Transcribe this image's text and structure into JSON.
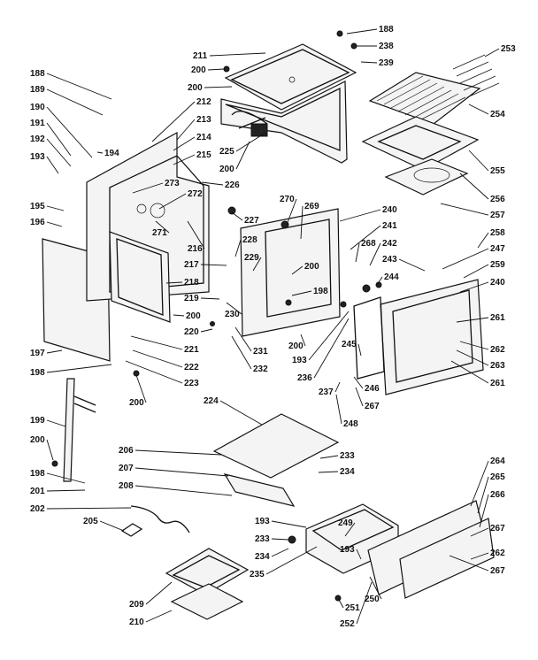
{
  "labels": [
    {
      "id": "l188a",
      "text": "188"
    },
    {
      "id": "l238",
      "text": "238"
    },
    {
      "id": "l239",
      "text": "239"
    },
    {
      "id": "l188b",
      "text": "188"
    },
    {
      "id": "l211",
      "text": "211"
    },
    {
      "id": "l200a",
      "text": "200"
    },
    {
      "id": "l200b",
      "text": "200"
    },
    {
      "id": "l253",
      "text": "253"
    },
    {
      "id": "l189",
      "text": "189"
    },
    {
      "id": "l190",
      "text": "190"
    },
    {
      "id": "l191",
      "text": "191"
    },
    {
      "id": "l192",
      "text": "192"
    },
    {
      "id": "l193a",
      "text": "193"
    },
    {
      "id": "l194",
      "text": "194"
    },
    {
      "id": "l212",
      "text": "212"
    },
    {
      "id": "l213",
      "text": "213"
    },
    {
      "id": "l214",
      "text": "214"
    },
    {
      "id": "l215",
      "text": "215"
    },
    {
      "id": "l225",
      "text": "225"
    },
    {
      "id": "l200c",
      "text": "200"
    },
    {
      "id": "l254",
      "text": "254"
    },
    {
      "id": "l255",
      "text": "255"
    },
    {
      "id": "l256",
      "text": "256"
    },
    {
      "id": "l257",
      "text": "257"
    },
    {
      "id": "l273",
      "text": "273"
    },
    {
      "id": "l272",
      "text": "272"
    },
    {
      "id": "l226",
      "text": "226"
    },
    {
      "id": "l195",
      "text": "195"
    },
    {
      "id": "l196",
      "text": "196"
    },
    {
      "id": "l271",
      "text": "271"
    },
    {
      "id": "l216",
      "text": "216"
    },
    {
      "id": "l227",
      "text": "227"
    },
    {
      "id": "l270",
      "text": "270"
    },
    {
      "id": "l269",
      "text": "269"
    },
    {
      "id": "l240a",
      "text": "240"
    },
    {
      "id": "l241",
      "text": "241"
    },
    {
      "id": "l258",
      "text": "258"
    },
    {
      "id": "l268",
      "text": "268"
    },
    {
      "id": "l242",
      "text": "242"
    },
    {
      "id": "l243",
      "text": "243"
    },
    {
      "id": "l247",
      "text": "247"
    },
    {
      "id": "l228",
      "text": "228"
    },
    {
      "id": "l229",
      "text": "229"
    },
    {
      "id": "l217",
      "text": "217"
    },
    {
      "id": "l218",
      "text": "218"
    },
    {
      "id": "l200d",
      "text": "200"
    },
    {
      "id": "l244",
      "text": "244"
    },
    {
      "id": "l259",
      "text": "259"
    },
    {
      "id": "l240b",
      "text": "240"
    },
    {
      "id": "l219",
      "text": "219"
    },
    {
      "id": "l198a",
      "text": "198"
    },
    {
      "id": "l230",
      "text": "230"
    },
    {
      "id": "l200e",
      "text": "200"
    },
    {
      "id": "l220",
      "text": "220"
    },
    {
      "id": "l261a",
      "text": "261"
    },
    {
      "id": "l197",
      "text": "197"
    },
    {
      "id": "l221",
      "text": "221"
    },
    {
      "id": "l200f",
      "text": "200"
    },
    {
      "id": "l231",
      "text": "231"
    },
    {
      "id": "l193b",
      "text": "193"
    },
    {
      "id": "l245",
      "text": "245"
    },
    {
      "id": "l262a",
      "text": "262"
    },
    {
      "id": "l198b",
      "text": "198"
    },
    {
      "id": "l222",
      "text": "222"
    },
    {
      "id": "l232",
      "text": "232"
    },
    {
      "id": "l263",
      "text": "263"
    },
    {
      "id": "l223",
      "text": "223"
    },
    {
      "id": "l236",
      "text": "236"
    },
    {
      "id": "l261b",
      "text": "261"
    },
    {
      "id": "l237",
      "text": "237"
    },
    {
      "id": "l246",
      "text": "246"
    },
    {
      "id": "l200g",
      "text": "200"
    },
    {
      "id": "l267a",
      "text": "267"
    },
    {
      "id": "l248",
      "text": "248"
    },
    {
      "id": "l224",
      "text": "224"
    },
    {
      "id": "l199",
      "text": "199"
    },
    {
      "id": "l200h",
      "text": "200"
    },
    {
      "id": "l206",
      "text": "206"
    },
    {
      "id": "l233",
      "text": "233"
    },
    {
      "id": "l264",
      "text": "264"
    },
    {
      "id": "l207",
      "text": "207"
    },
    {
      "id": "l234a",
      "text": "234"
    },
    {
      "id": "l198c",
      "text": "198"
    },
    {
      "id": "l265",
      "text": "265"
    },
    {
      "id": "l201",
      "text": "201"
    },
    {
      "id": "l208",
      "text": "208"
    },
    {
      "id": "l266",
      "text": "266"
    },
    {
      "id": "l202",
      "text": "202"
    },
    {
      "id": "l205",
      "text": "205"
    },
    {
      "id": "l193c",
      "text": "193"
    },
    {
      "id": "l249",
      "text": "249"
    },
    {
      "id": "l267b",
      "text": "267"
    },
    {
      "id": "l233b",
      "text": "233"
    },
    {
      "id": "l234b",
      "text": "234"
    },
    {
      "id": "l193d",
      "text": "193"
    },
    {
      "id": "l262b",
      "text": "262"
    },
    {
      "id": "l235",
      "text": "235"
    },
    {
      "id": "l250",
      "text": "250"
    },
    {
      "id": "l209",
      "text": "209"
    },
    {
      "id": "l267c",
      "text": "267"
    },
    {
      "id": "l251",
      "text": "251"
    },
    {
      "id": "l210",
      "text": "210"
    },
    {
      "id": "l252",
      "text": "252"
    }
  ]
}
